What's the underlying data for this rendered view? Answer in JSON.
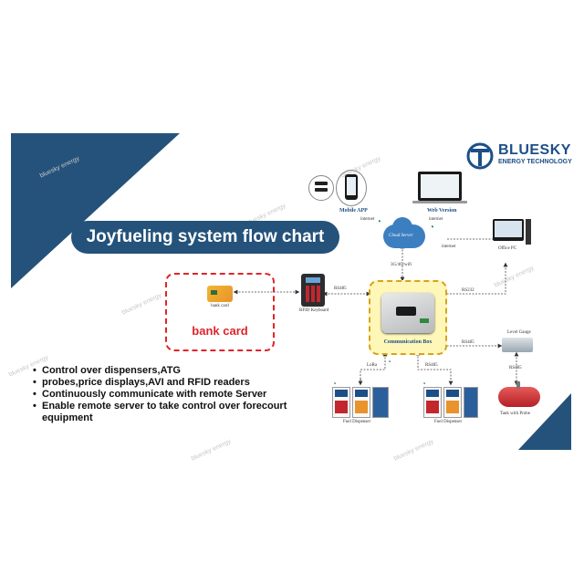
{
  "title": "Joyfueling system flow chart",
  "brand": {
    "name": "BLUESKY",
    "tagline": "ENERGY TECHNOLOGY",
    "color": "#1d4f87"
  },
  "accent_colors": {
    "navy": "#24527a",
    "red": "#e0242a",
    "yellow": "#fff7b8"
  },
  "watermark": "bluesky energy",
  "nodes": {
    "bank_card_caption": "bank card",
    "bank_card_label": "bank card",
    "rfid_keyboard": "RFID Keyboard",
    "communication_box": "Communication Box",
    "mobile_app": "Mobile APP",
    "web_version": "Web Version",
    "cloud_server": "Cloud Server",
    "office_pc": "Office PC",
    "level_gauge": "Level Gauge",
    "tank_with_probe": "Tank with Probe",
    "fuel_dispenser_left": "Fuel Dispenser",
    "fuel_dispenser_right": "Fuel Dispenser"
  },
  "links": {
    "internet_left": "internet",
    "internet_right": "internet",
    "internet_bottom": "internet",
    "wifi": "3G/4G/wifi",
    "rs485_keyboard": "RS485",
    "rs232_pc": "RS232",
    "rs485_gauge": "RS485",
    "rs485_tank": "RS485",
    "rs485_dispenser": "RS485",
    "lora": "LoRa"
  },
  "bullets": [
    {
      "text": "Control over dispensers,ATG",
      "bullet": true
    },
    {
      "text": "probes,price displays,AVI and RFID readers",
      "bullet": true
    },
    {
      "text": "Continuously communicate with remote Server",
      "bullet": true
    },
    {
      "text": "Enable remote server to take control over forecourt",
      "bullet": true
    },
    {
      "text": "equipment",
      "bullet": false
    }
  ]
}
